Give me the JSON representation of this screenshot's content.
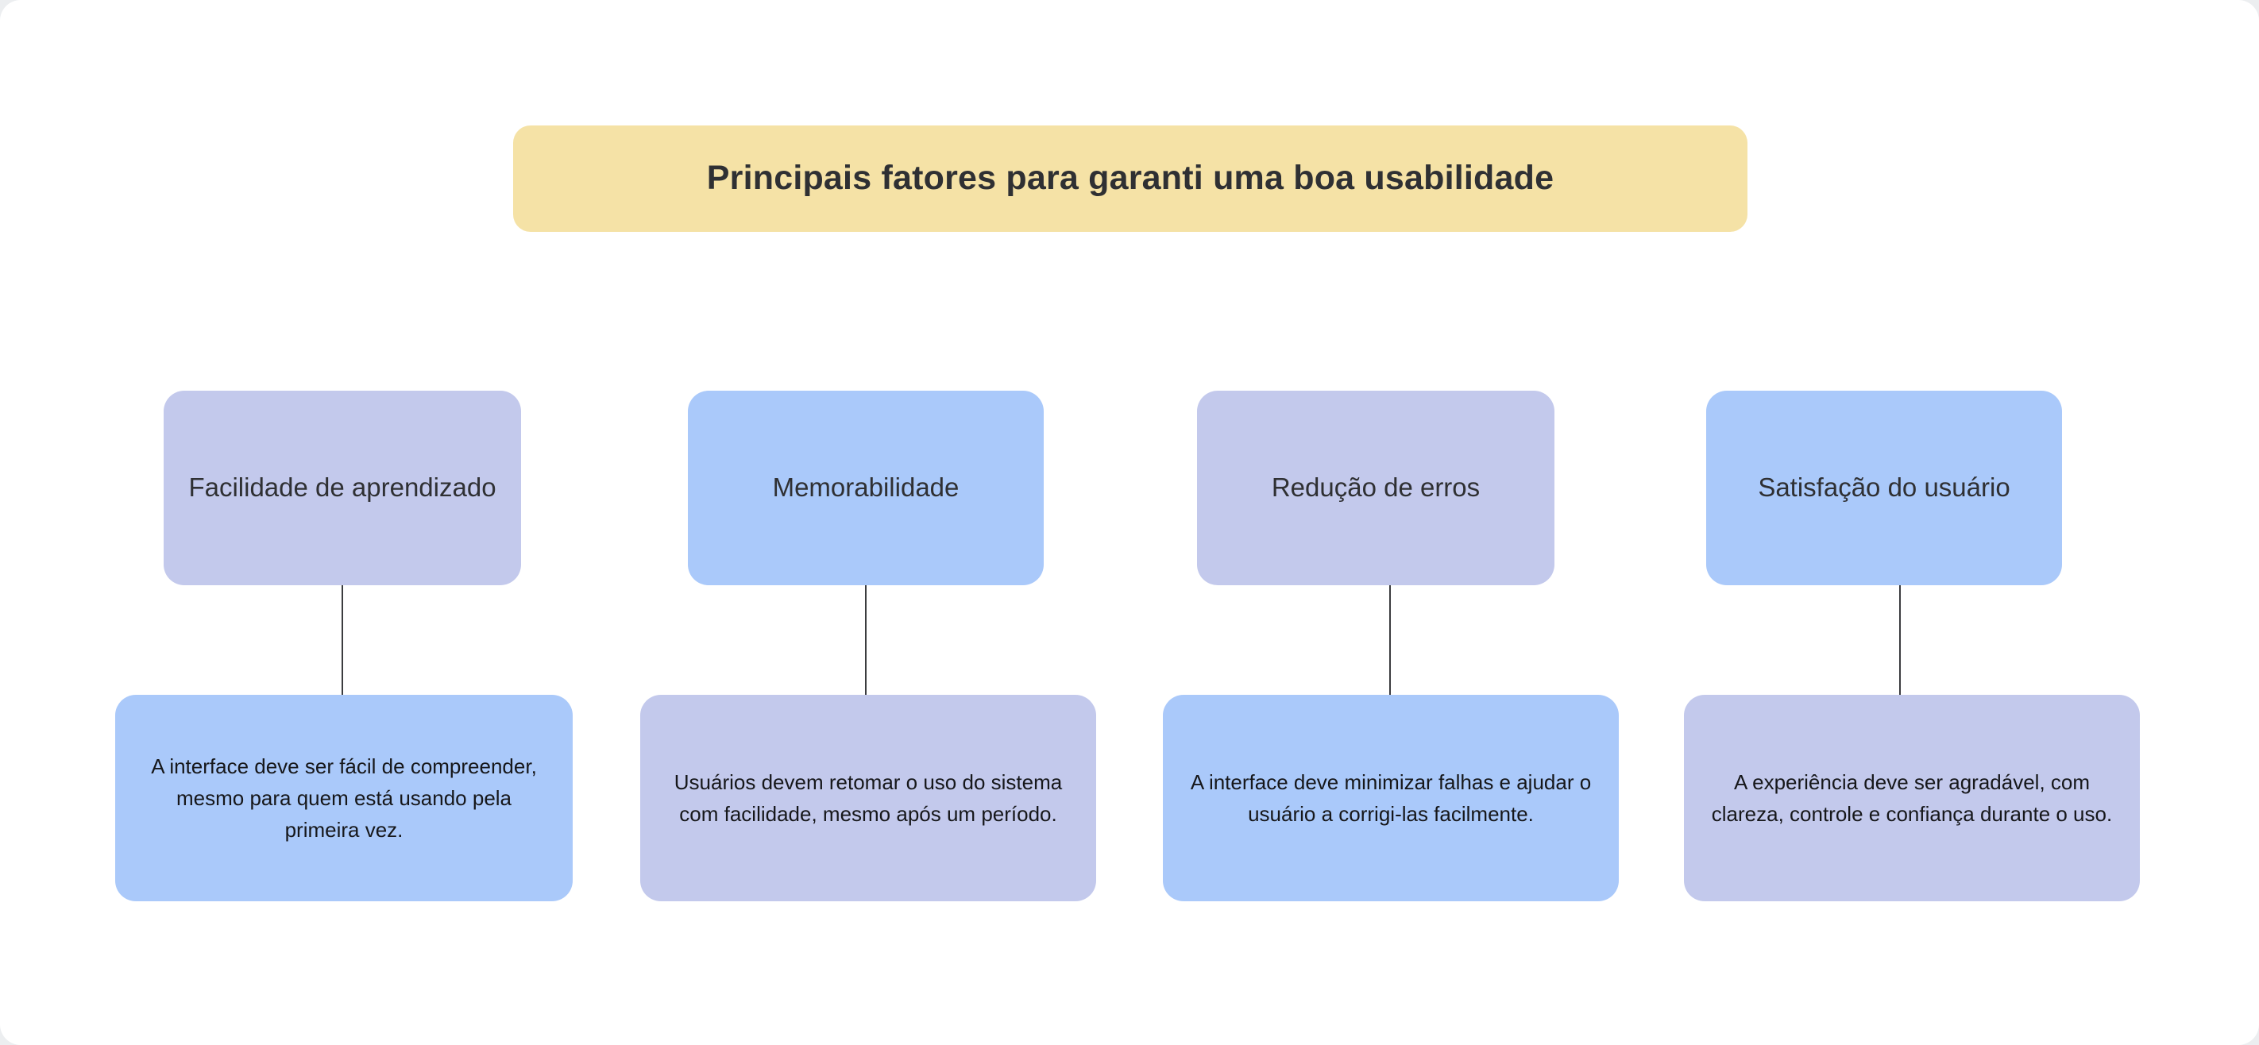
{
  "page": {
    "background_color": "#ffffff",
    "outer_background_color": "#eceef0"
  },
  "header": {
    "title": "Principais fatores para garanti uma boa usabilidade",
    "background_color": "#f5e2a6",
    "text_color": "#2f3033"
  },
  "palette": {
    "lavender": "#c3c9ec",
    "blue": "#aac9fa",
    "yellow": "#f5e2a6",
    "connector": "#3b3c3f"
  },
  "columns": [
    {
      "factor": "Facilidade de aprendizado",
      "factor_color": "#c3c9ec",
      "description": "A interface deve ser fácil de compreender, mesmo para quem está usando pela primeira vez.",
      "description_color": "#aac9fa"
    },
    {
      "factor": "Memorabilidade",
      "factor_color": "#aac9fa",
      "description": "Usuários devem retomar o uso do sistema com facilidade, mesmo após um período.",
      "description_color": "#c3c9ec"
    },
    {
      "factor": "Redução de erros",
      "factor_color": "#c3c9ec",
      "description": "A interface deve minimizar falhas e ajudar o usuário a corrigi-las facilmente.",
      "description_color": "#aac9fa"
    },
    {
      "factor": "Satisfação do usuário",
      "factor_color": "#aac9fa",
      "description": "A experiência deve ser agradável, com clareza, controle e confiança durante o uso.",
      "description_color": "#c3c9ec"
    }
  ]
}
